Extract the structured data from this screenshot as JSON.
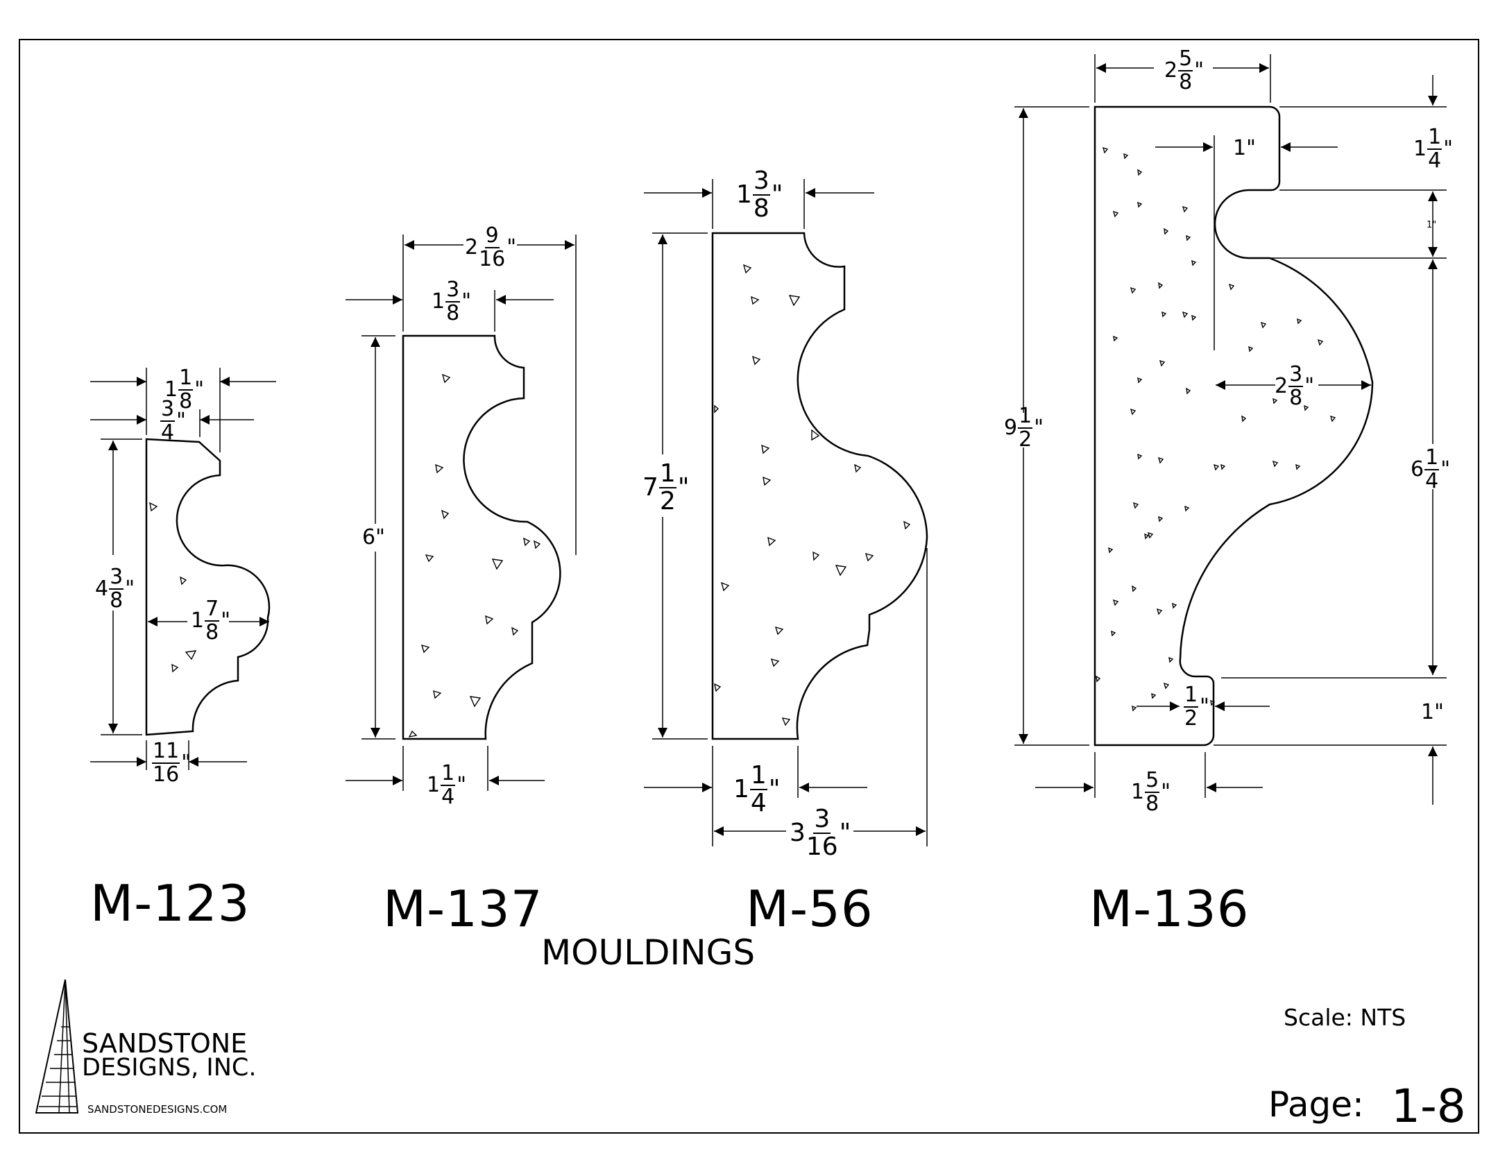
{
  "sheet": {
    "title": "MOULDINGS",
    "scale_label": "Scale: NTS",
    "page_label": "Page:",
    "page_number": "1-8"
  },
  "company": {
    "name_line1": "SANDSTONE",
    "name_line2": "DESIGNS, INC.",
    "website": "SANDSTONEDESIGNS.COM"
  },
  "mouldings": [
    {
      "part": "M-123",
      "dims": {
        "top_outer": {
          "whole": "1",
          "num": "1",
          "den": "8"
        },
        "top_inner": {
          "whole": "",
          "num": "3",
          "den": "4"
        },
        "height": {
          "whole": "4",
          "num": "3",
          "den": "8"
        },
        "projection": {
          "whole": "1",
          "num": "7",
          "den": "8"
        },
        "bottom": {
          "whole": "",
          "num": "11",
          "den": "16"
        }
      }
    },
    {
      "part": "M-137",
      "dims": {
        "overall_width": {
          "whole": "2",
          "num": "9",
          "den": "16"
        },
        "top": {
          "whole": "1",
          "num": "3",
          "den": "8"
        },
        "height": "6\"",
        "bottom": {
          "whole": "1",
          "num": "1",
          "den": "4"
        }
      }
    },
    {
      "part": "M-56",
      "dims": {
        "top": {
          "whole": "1",
          "num": "3",
          "den": "8"
        },
        "height": {
          "whole": "7",
          "num": "1",
          "den": "2"
        },
        "bottom": {
          "whole": "1",
          "num": "1",
          "den": "4"
        },
        "overall_width": {
          "whole": "3",
          "num": "3",
          "den": "16"
        }
      }
    },
    {
      "part": "M-136",
      "dims": {
        "top_width": {
          "whole": "2",
          "num": "5",
          "den": "8"
        },
        "top_lip": "1\"",
        "top_step": {
          "whole": "1",
          "num": "1",
          "den": "4"
        },
        "cove": "1\"",
        "height": {
          "whole": "9",
          "num": "1",
          "den": "2"
        },
        "projection": {
          "whole": "2",
          "num": "3",
          "den": "8"
        },
        "ogee": {
          "whole": "6",
          "num": "1",
          "den": "4"
        },
        "bottom_lip": {
          "whole": "",
          "num": "1",
          "den": "2"
        },
        "bottom_step": "1\"",
        "bottom": {
          "whole": "1",
          "num": "5",
          "den": "8"
        }
      }
    }
  ]
}
